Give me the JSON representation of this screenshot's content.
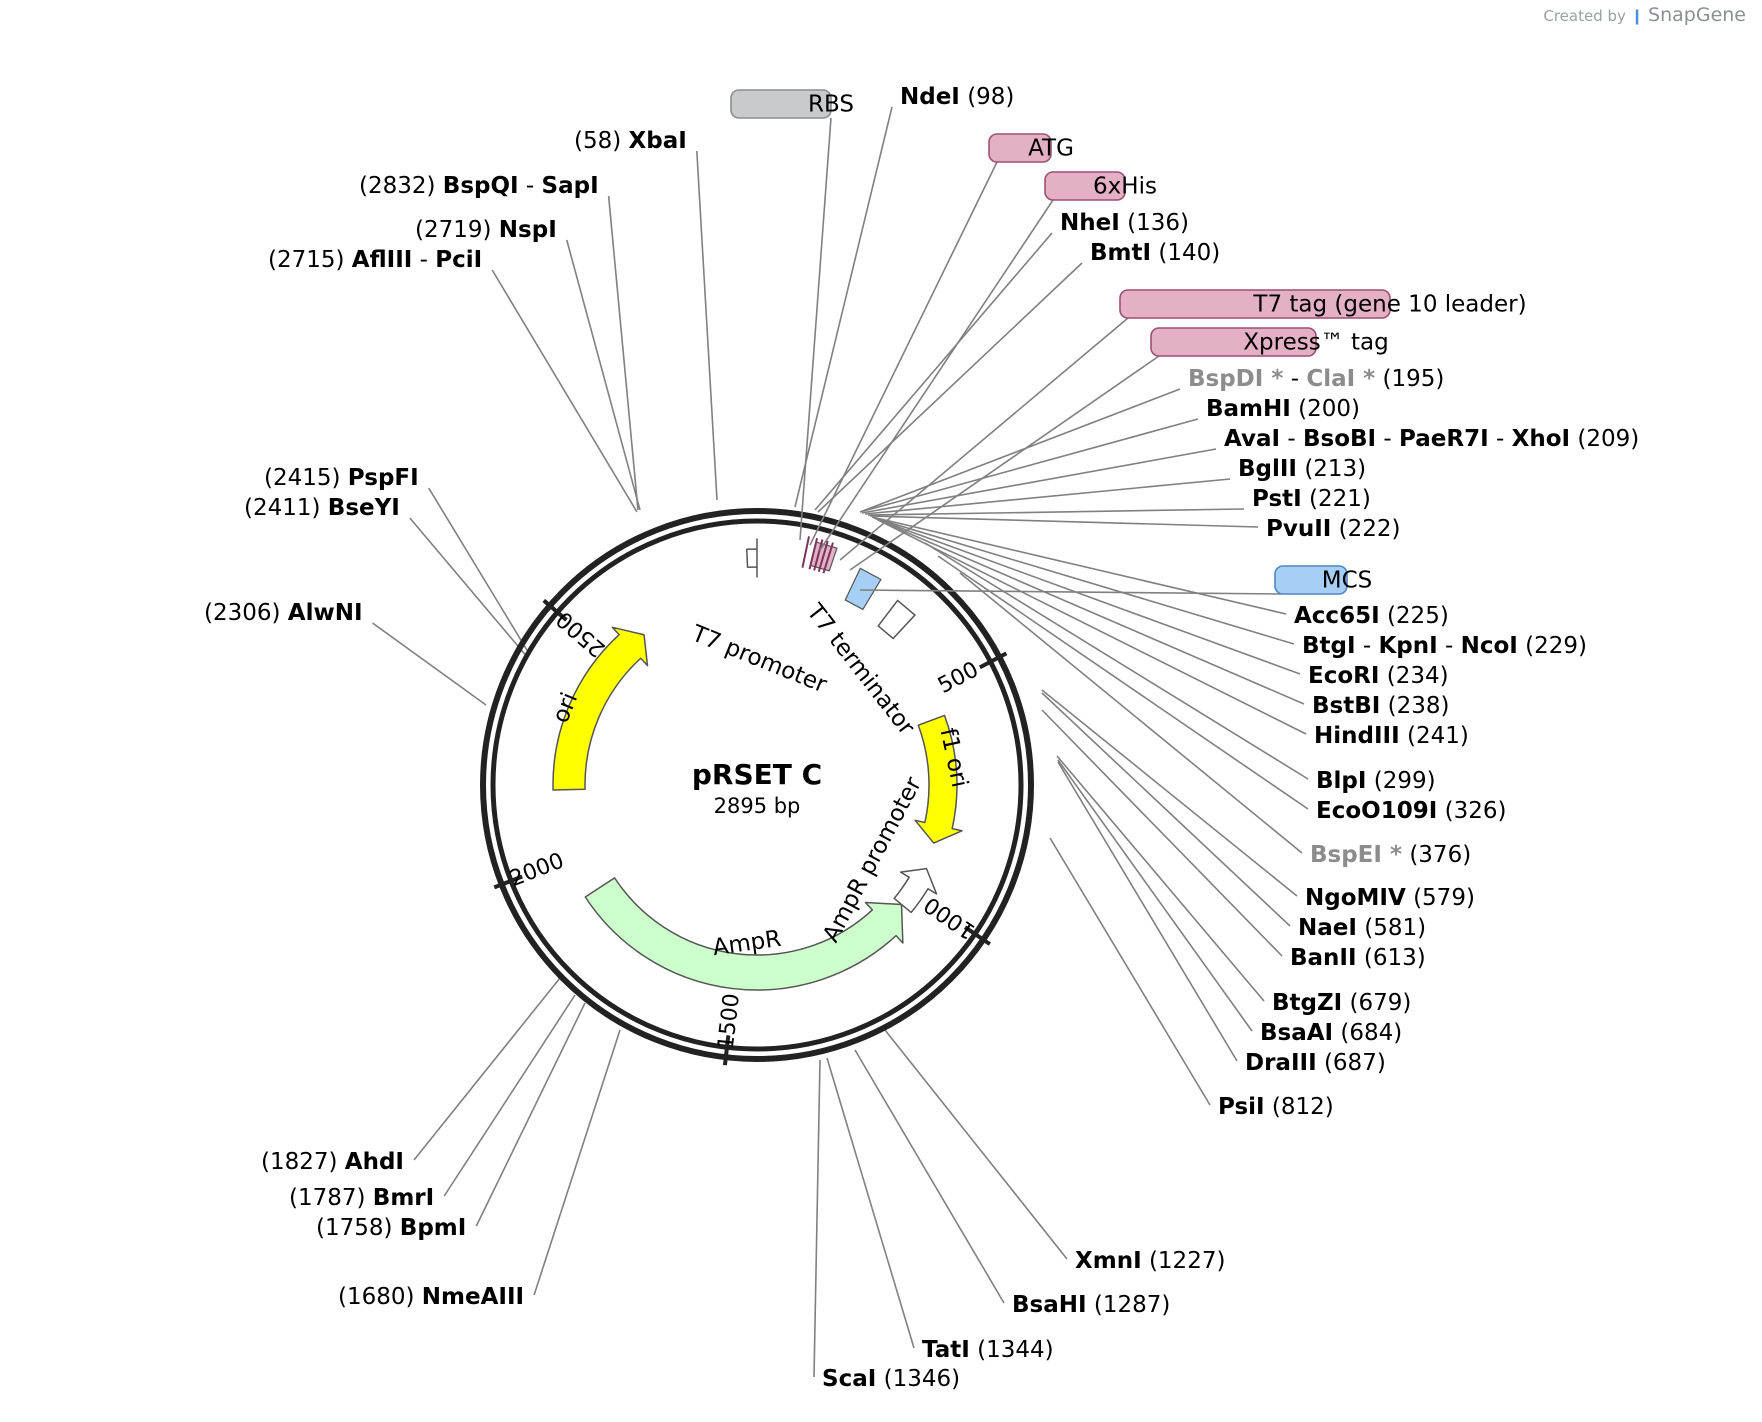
{
  "watermark": {
    "prefix": "Created by",
    "brand": "SnapGene"
  },
  "plasmid": {
    "name": "pRSET C",
    "length_label": "2895 bp",
    "length": 2895
  },
  "ticks": [
    {
      "pos": 500,
      "label": "500"
    },
    {
      "pos": 1000,
      "label": "1000"
    },
    {
      "pos": 1500,
      "label": "1500"
    },
    {
      "pos": 2000,
      "label": "2000"
    },
    {
      "pos": 2500,
      "label": "2500"
    }
  ],
  "feature_tags": [
    {
      "label": "RBS",
      "color": "#c8cacc",
      "border": "#8a8d90"
    },
    {
      "label": "ATG",
      "color": "#e3b0c6",
      "border": "#9b4f73"
    },
    {
      "label": "6xHis",
      "color": "#e3b0c6",
      "border": "#9b4f73"
    },
    {
      "label": "T7 tag (gene 10 leader)",
      "color": "#e3b0c6",
      "border": "#9b4f73"
    },
    {
      "label": "Xpress™ tag",
      "color": "#e3b0c6",
      "border": "#9b4f73"
    },
    {
      "label": "MCS",
      "color": "#a6cff5",
      "border": "#4f86c0"
    }
  ],
  "features": [
    {
      "name": "ori",
      "color": "#ffff00"
    },
    {
      "name": "f1 ori",
      "color": "#ffff00"
    },
    {
      "name": "AmpR",
      "color": "#ccffcc"
    },
    {
      "name": "AmpR promoter",
      "color": "#ffffff"
    },
    {
      "name": "T7 promoter",
      "color": "#ffffff"
    },
    {
      "name": "T7 terminator",
      "color": "#ffffff"
    }
  ],
  "enzymes": [
    {
      "names": [
        "XbaI"
      ],
      "pos": "(58)"
    },
    {
      "names": [
        "BspQI",
        "SapI"
      ],
      "pos": "(2832)"
    },
    {
      "names": [
        "NspI"
      ],
      "pos": "(2719)"
    },
    {
      "names": [
        "AflIII",
        "PciI"
      ],
      "pos": "(2715)"
    },
    {
      "names": [
        "NdeI"
      ],
      "pos": "(98)"
    },
    {
      "names": [
        "NheI"
      ],
      "pos": "(136)"
    },
    {
      "names": [
        "BmtI"
      ],
      "pos": "(140)"
    },
    {
      "names": [
        "BspDI",
        "ClaI"
      ],
      "pos": "(195)",
      "gray": true,
      "star": "*"
    },
    {
      "names": [
        "BamHI"
      ],
      "pos": "(200)"
    },
    {
      "names": [
        "AvaI",
        "BsoBI",
        "PaeR7I",
        "XhoI"
      ],
      "pos": "(209)"
    },
    {
      "names": [
        "BglII"
      ],
      "pos": "(213)"
    },
    {
      "names": [
        "PstI"
      ],
      "pos": "(221)"
    },
    {
      "names": [
        "PvuII"
      ],
      "pos": "(222)"
    },
    {
      "names": [
        "Acc65I"
      ],
      "pos": "(225)"
    },
    {
      "names": [
        "BtgI",
        "KpnI",
        "NcoI"
      ],
      "pos": "(229)"
    },
    {
      "names": [
        "EcoRI"
      ],
      "pos": "(234)"
    },
    {
      "names": [
        "BstBI"
      ],
      "pos": "(238)"
    },
    {
      "names": [
        "HindIII"
      ],
      "pos": "(241)"
    },
    {
      "names": [
        "BlpI"
      ],
      "pos": "(299)"
    },
    {
      "names": [
        "EcoO109I"
      ],
      "pos": "(326)"
    },
    {
      "names": [
        "BspEI"
      ],
      "pos": "(376)",
      "gray": true,
      "star": "*"
    },
    {
      "names": [
        "NgoMIV"
      ],
      "pos": "(579)"
    },
    {
      "names": [
        "NaeI"
      ],
      "pos": "(581)"
    },
    {
      "names": [
        "BanII"
      ],
      "pos": "(613)"
    },
    {
      "names": [
        "BtgZI"
      ],
      "pos": "(679)"
    },
    {
      "names": [
        "BsaAI"
      ],
      "pos": "(684)"
    },
    {
      "names": [
        "DraIII"
      ],
      "pos": "(687)"
    },
    {
      "names": [
        "PsiI"
      ],
      "pos": "(812)"
    },
    {
      "names": [
        "XmnI"
      ],
      "pos": "(1227)"
    },
    {
      "names": [
        "BsaHI"
      ],
      "pos": "(1287)"
    },
    {
      "names": [
        "TatI"
      ],
      "pos": "(1344)"
    },
    {
      "names": [
        "ScaI"
      ],
      "pos": "(1346)"
    },
    {
      "names": [
        "PspFI"
      ],
      "pos": "(2415)"
    },
    {
      "names": [
        "BseYI"
      ],
      "pos": "(2411)"
    },
    {
      "names": [
        "AlwNI"
      ],
      "pos": "(2306)"
    },
    {
      "names": [
        "AhdI"
      ],
      "pos": "(1827)"
    },
    {
      "names": [
        "BmrI"
      ],
      "pos": "(1787)"
    },
    {
      "names": [
        "BpmI"
      ],
      "pos": "(1758)"
    },
    {
      "names": [
        "NmeAIII"
      ],
      "pos": "(1680)"
    }
  ],
  "separator": "-"
}
